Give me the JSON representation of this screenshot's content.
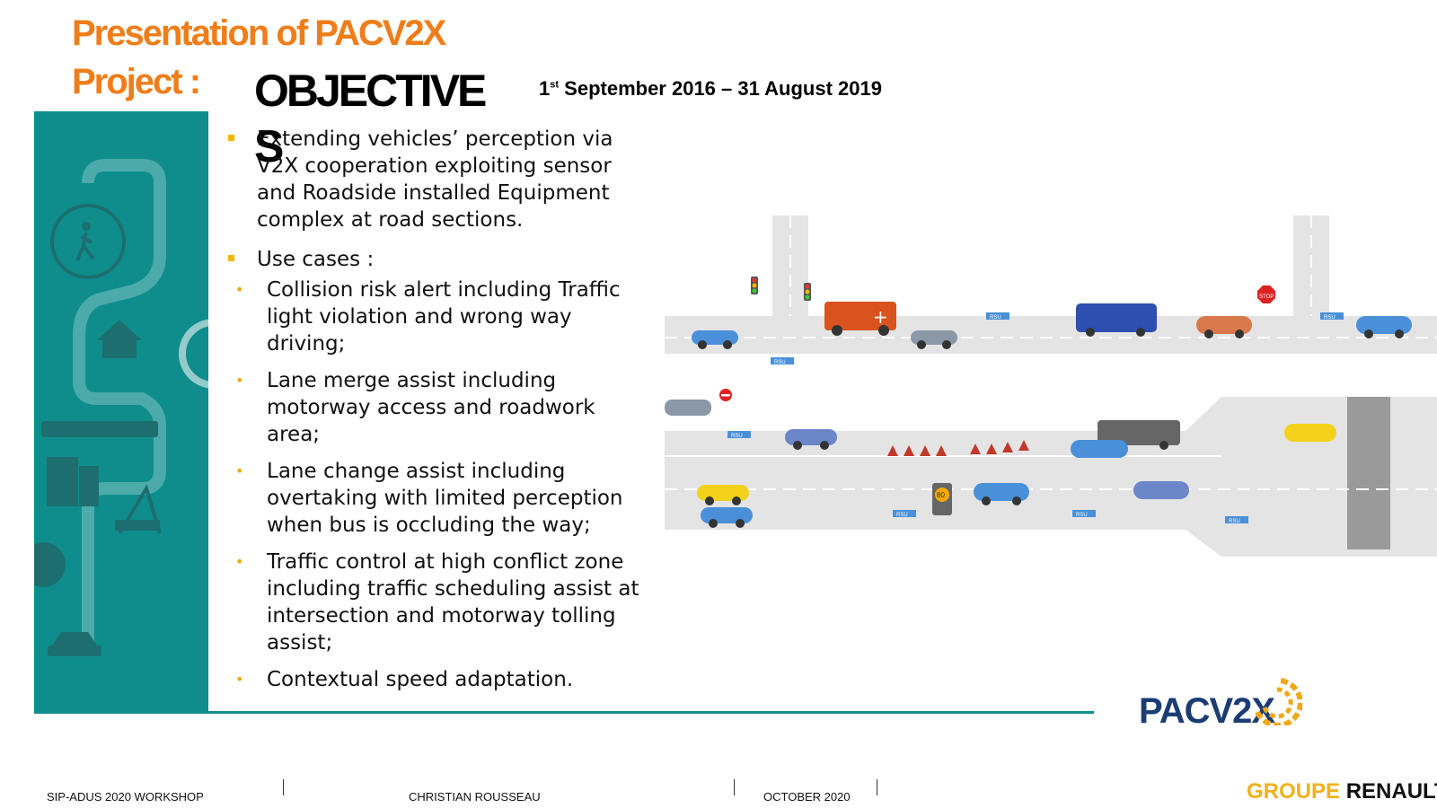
{
  "slide": {
    "title_line1": "Presentation of PACV2X",
    "title_line2": "Project :",
    "objectives_heading": "OBJECTIVES",
    "dates_prefix": "1",
    "dates_sup": "st",
    "dates_rest": "September 2016 – 31 August 2019"
  },
  "content": {
    "intro": "Extending vehicles’ perception via V2X cooperation exploiting sensor and Roadside installed Equipment complex at road sections.",
    "use_cases_label": "Use cases :",
    "use_cases": [
      "Collision risk alert including Traffic light violation and wrong way driving;",
      "Lane merge assist including motorway access and roadwork area;",
      "Lane change assist including overtaking with limited perception when bus is occluding the way;",
      "Traffic control at high conflict zone including traffic scheduling assist at intersection and motorway tolling assist;",
      "Contextual speed adaptation."
    ]
  },
  "illustration": {
    "rsu_label": "RSU",
    "stop_label": "STOP",
    "speed_sign": "80"
  },
  "logo": {
    "text": "PACV2X"
  },
  "footer": {
    "event": "SIP-ADUS 2020 WORKSHOP",
    "author": "CHRISTIAN ROUSSEAU",
    "date": "OCTOBER 2020",
    "brand_part1": "GROUPE ",
    "brand_part2": "RENAULT"
  },
  "colors": {
    "title": "#ef7d1a",
    "teal": "#0f8d8d",
    "bullet": "#f5a800",
    "logo_blue": "#1b3d73",
    "logo_orange": "#f0a81a",
    "renault_yellow": "#f0b21a"
  }
}
